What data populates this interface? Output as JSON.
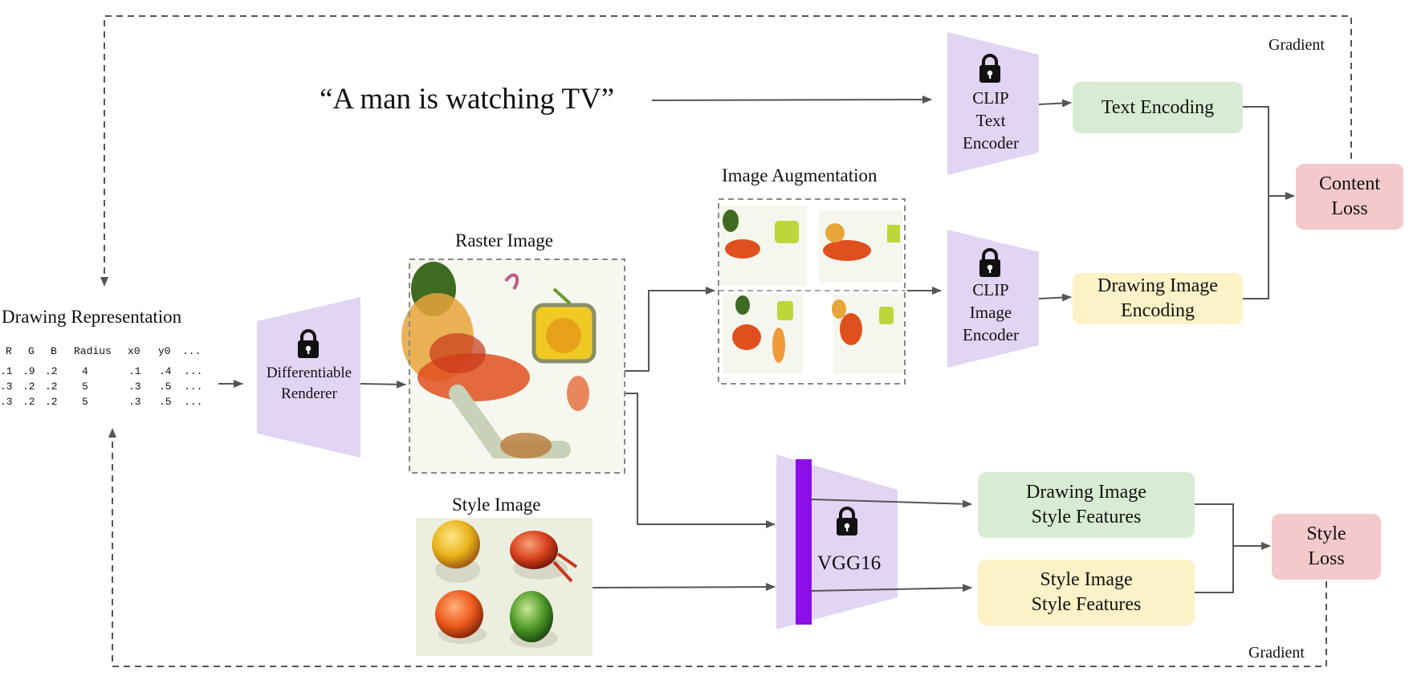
{
  "prompt_text": "“A man is watching TV”",
  "labels": {
    "gradient_top": "Gradient",
    "gradient_bottom": "Gradient",
    "image_augmentation": "Image Augmentation",
    "raster_image": "Raster Image",
    "drawing_representation": "Drawing Representation",
    "style_image": "Style Image"
  },
  "modules": {
    "clip_text_encoder": [
      "CLIP",
      "Text",
      "Encoder"
    ],
    "clip_image_encoder": [
      "CLIP",
      "Image",
      "Encoder"
    ],
    "differentiable_renderer": [
      "Differentiable",
      "Renderer"
    ],
    "vgg16": "VGG16"
  },
  "outputs": {
    "text_encoding": "Text Encoding",
    "drawing_image_encoding": [
      "Drawing Image",
      "Encoding"
    ],
    "content_loss": [
      "Content",
      "Loss"
    ],
    "drawing_style_features": [
      "Drawing Image",
      "Style Features"
    ],
    "style_image_features": [
      "Style Image",
      "Style Features"
    ],
    "style_loss": [
      "Style",
      "Loss"
    ]
  },
  "table": {
    "header": [
      "R",
      "G",
      "B",
      "Radius",
      "x0",
      "y0",
      "..."
    ],
    "rows": [
      [
        ".1",
        ".9",
        ".2",
        "4",
        ".1",
        ".4",
        "..."
      ],
      [
        ".3",
        ".2",
        ".2",
        "5",
        ".3",
        ".5",
        "..."
      ],
      [
        ".3",
        ".2",
        ".2",
        "5",
        ".3",
        ".5",
        "..."
      ]
    ]
  },
  "colors": {
    "encoder_fill": "#e2d4f3",
    "vgg_bar": "#8b10e8",
    "arrow": "#555555",
    "green_box": "#d8ecd3",
    "yellow_box": "#fdf1c8",
    "pink_box": "#f4c9cc"
  }
}
